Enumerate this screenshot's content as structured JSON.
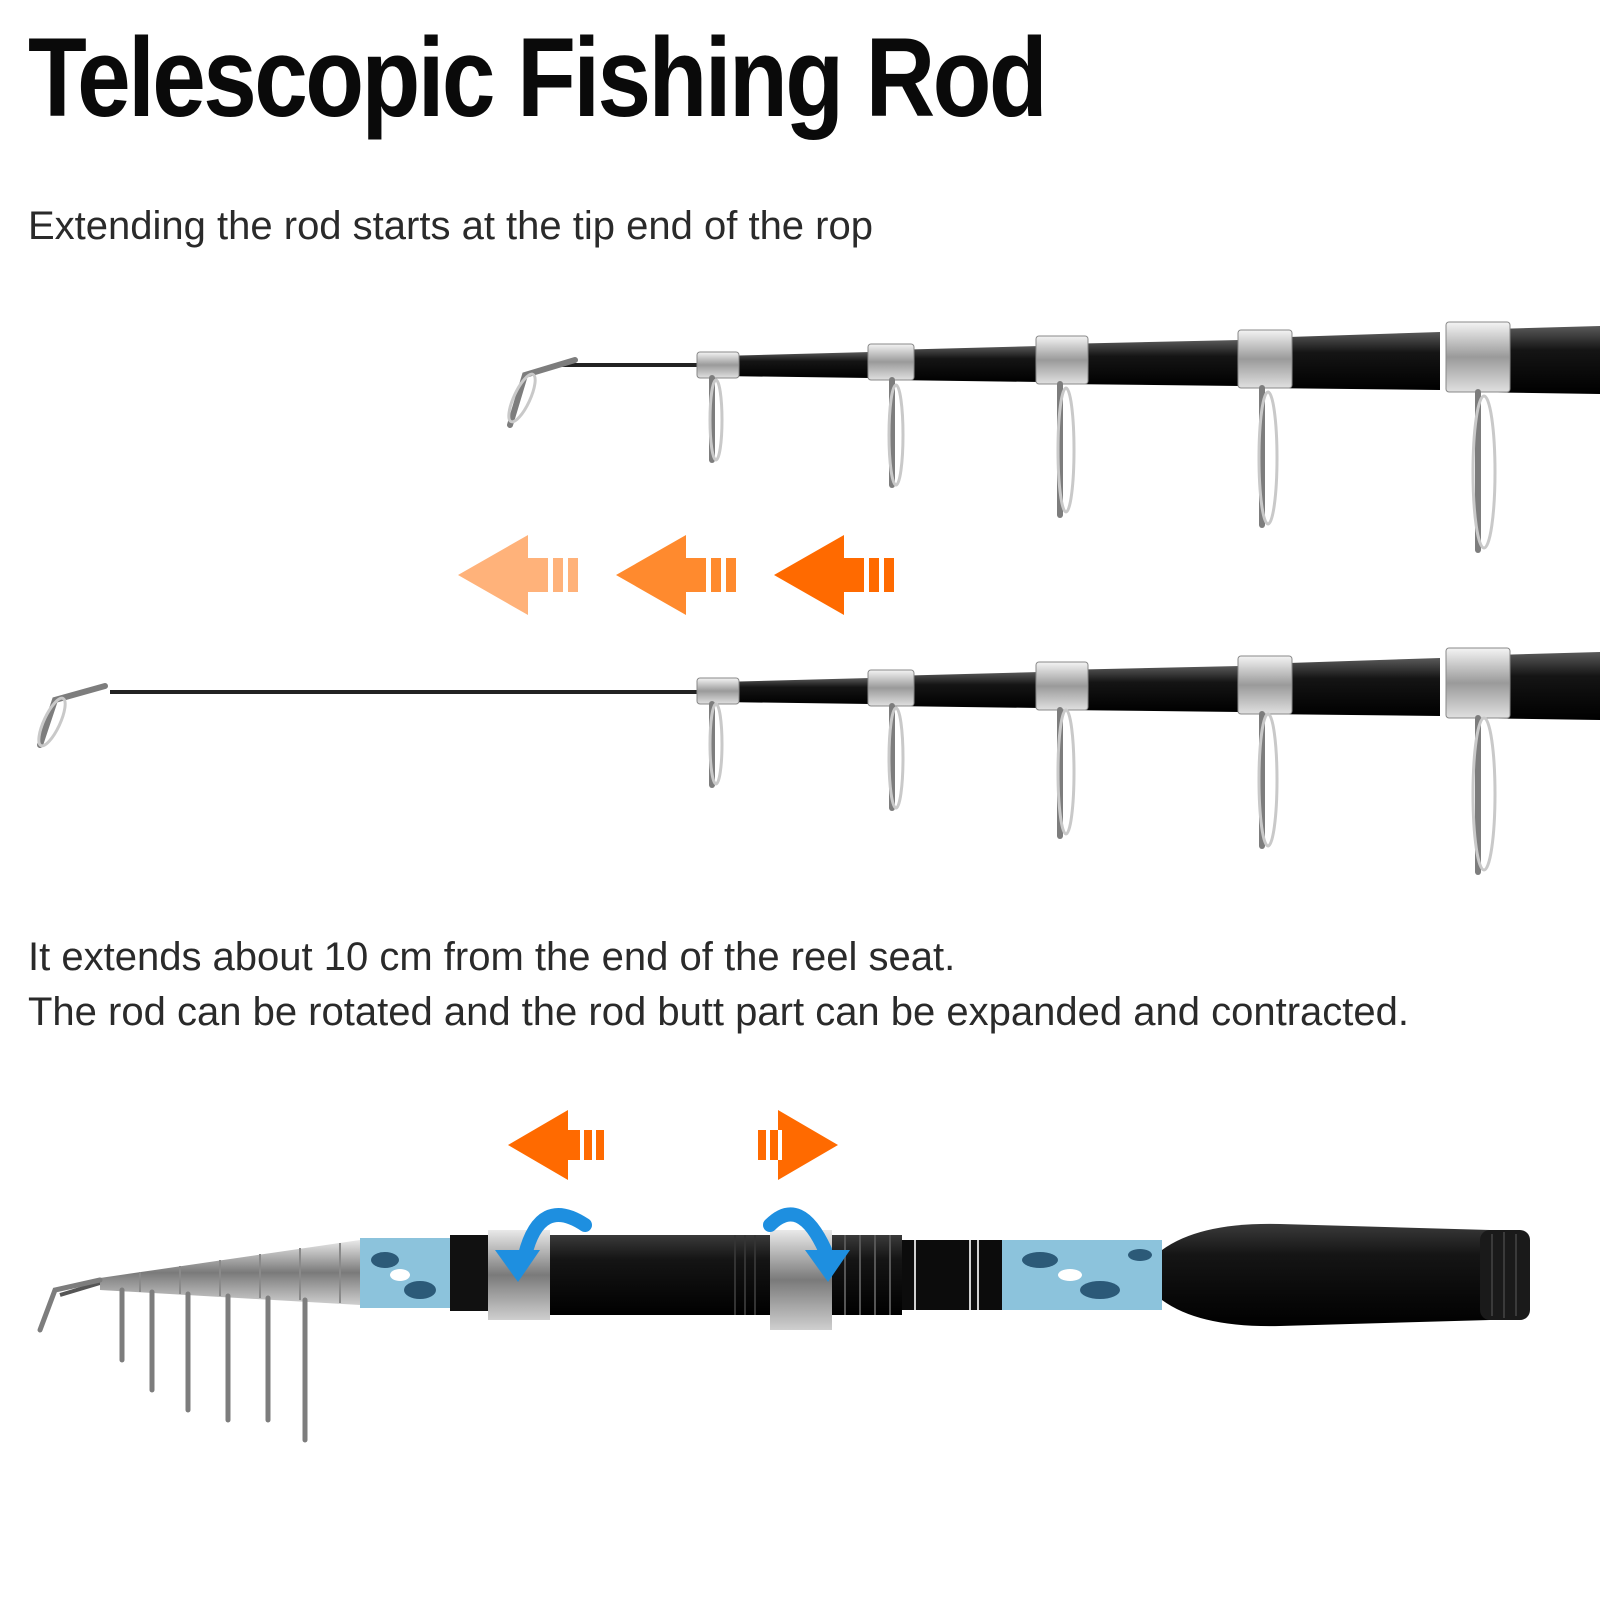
{
  "title": "Telescopic Fishing Rod",
  "subtitle": "Extending the rod starts at the tip end of the rop",
  "description": {
    "line1": "It extends about 10 cm from the end of the reel seat.",
    "line2": "The rod can be rotated and the rod butt part can be expanded and contracted."
  },
  "colors": {
    "text": "#0a0a0a",
    "body_text": "#2a2a2a",
    "arrow_orange": "#ff6a00",
    "arrow_light": "#ffa45a",
    "rotate_blue": "#1e8fe0",
    "rod_black": "#111111",
    "camo_blue": "#8cc3dc"
  },
  "icons": [
    "extend-left-arrow-icon",
    "rotate-arrow-icon",
    "expand-right-arrow-icon"
  ]
}
